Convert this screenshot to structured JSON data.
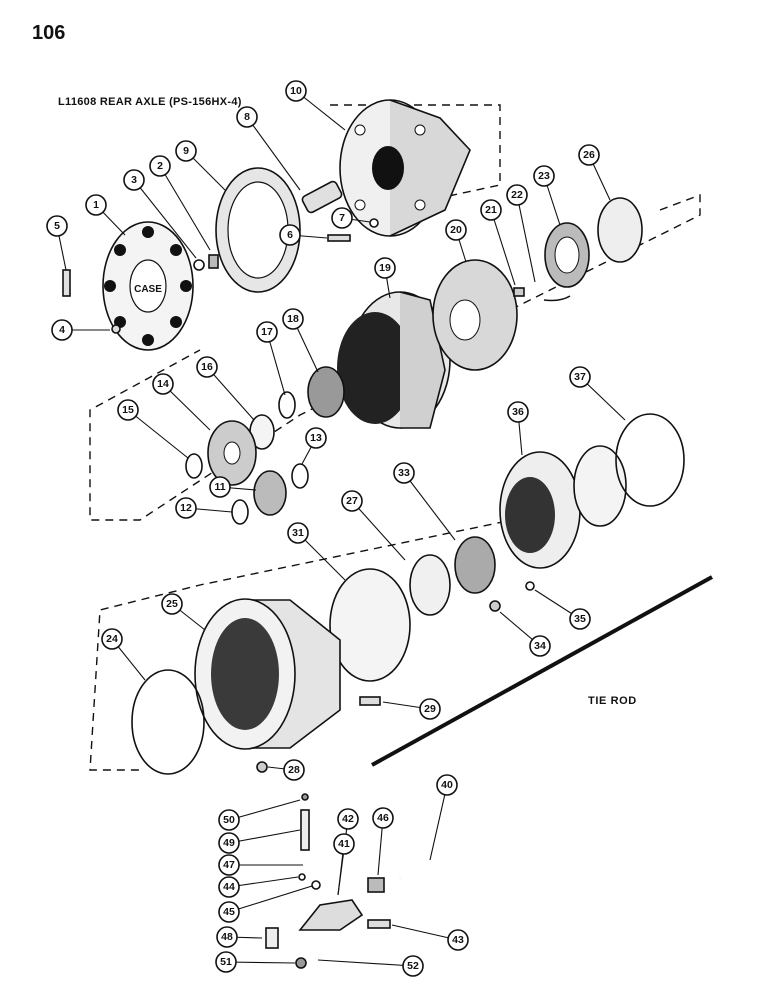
{
  "page_number": "106",
  "title": "L11608 REAR AXLE (PS-156HX-4)",
  "subtitle": "TIE ROD",
  "logo_text": "CASE",
  "callouts": [
    "1",
    "2",
    "3",
    "4",
    "5",
    "6",
    "7",
    "8",
    "9",
    "10",
    "11",
    "12",
    "13",
    "14",
    "15",
    "16",
    "17",
    "18",
    "19",
    "20",
    "21",
    "22",
    "23",
    "24",
    "25",
    "26",
    "27",
    "28",
    "29",
    "31",
    "33",
    "34",
    "35",
    "36",
    "37",
    "40",
    "41",
    "42",
    "43",
    "44",
    "45",
    "46",
    "47",
    "48",
    "49",
    "50",
    "51",
    "52"
  ],
  "colors": {
    "ink": "#111111",
    "paper": "#ffffff",
    "shade": "#2a2a2a"
  }
}
